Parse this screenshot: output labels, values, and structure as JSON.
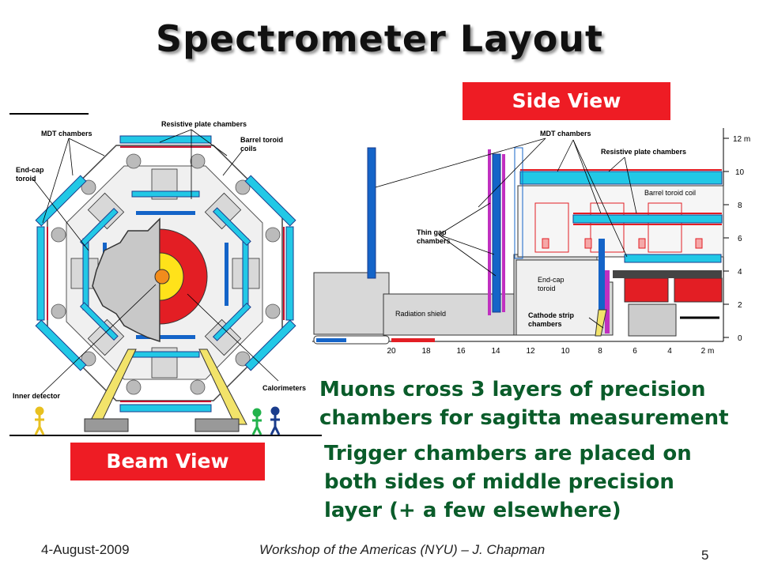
{
  "title": "Spectrometer Layout",
  "side_view_label": "Side View",
  "beam_view_label": "Beam View",
  "bullets": [
    "Muons cross 3 layers of precision chambers for sagitta measurement",
    "Trigger chambers are placed on both sides of middle precision layer (+ a few elsewhere)"
  ],
  "footer": {
    "date": "4-August-2009",
    "workshop": "Workshop of the Americas (NYU) – J. Chapman",
    "page": "5"
  },
  "beam_view": {
    "labels": {
      "mdt": "MDT chambers",
      "rpc": "Resistive plate chambers",
      "barrel_toroid": "Barrel toroid",
      "coils": "coils",
      "endcap": "End-cap",
      "toroid": "toroid",
      "inner_detector": "Inner detector",
      "calorimeters": "Calorimeters"
    }
  },
  "side_view": {
    "labels": {
      "mdt": "MDT chambers",
      "rpc": "Resistive plate chambers",
      "barrel_toroid_coil": "Barrel toroid coil",
      "thin_gap": "Thin gap",
      "chambers": "chambers",
      "endcap": "End-cap",
      "toroid": "toroid",
      "radiation_shield": "Radiation shield",
      "cathode_strip": "Cathode strip",
      "cathode_chambers": "chambers"
    },
    "y_axis": [
      "12 m",
      "10",
      "8",
      "6",
      "4",
      "2",
      "0"
    ],
    "x_axis": [
      "20",
      "18",
      "16",
      "14",
      "12",
      "10",
      "8",
      "6",
      "4",
      "2 m"
    ]
  },
  "colors": {
    "accent_red": "#ee1c24",
    "bullet_green": "#0a5c2a",
    "chamber_blue": "#1464c8",
    "chamber_cyan": "#22c8e6",
    "calorimeter_red": "#e31e24",
    "calorimeter_yellow": "#ffe21a"
  }
}
